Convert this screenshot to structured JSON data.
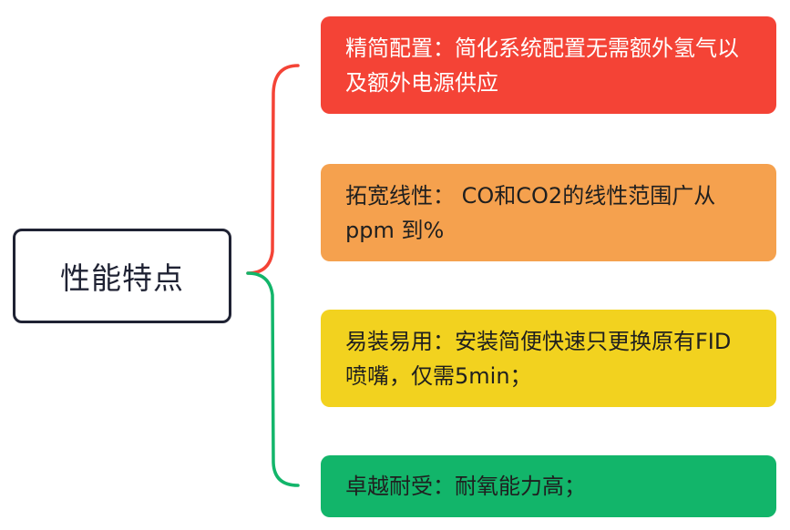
{
  "root": {
    "label": "性能特点"
  },
  "children": [
    {
      "text": "精简配置：简化系统配置无需额外氢气以及额外电源供应",
      "color": "#f44336",
      "text_color": "#ffffff"
    },
    {
      "text": "拓宽线性： CO和CO2的线性范围广从ppm 到%",
      "color": "#f5a14e",
      "text_color": "#1f1f1f"
    },
    {
      "text": "易装易用：安装简便快速只更换原有FID喷嘴，仅需5min；",
      "color": "#f2d21f",
      "text_color": "#1f1f1f"
    },
    {
      "text": "卓越耐受：耐氧能力高；",
      "color": "#12b56a",
      "text_color": "#1f1f1f"
    }
  ],
  "connectors": {
    "upper_color": "#f44336",
    "lower_color": "#12b56a"
  }
}
